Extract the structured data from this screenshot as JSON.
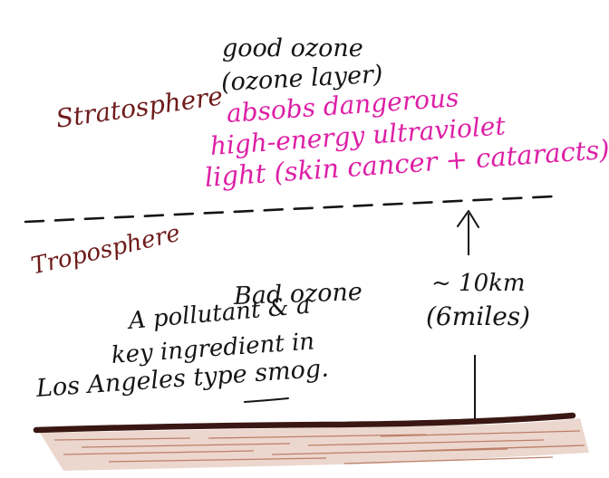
{
  "text": {
    "stratosphere_label": "Stratosphere",
    "good_ozone_line1": "good ozone",
    "good_ozone_line2": "(ozone layer)",
    "absorbs_line1": "absobs dangerous",
    "absorbs_line2": "high-energy ultraviolet",
    "absorbs_line3": "light (skin cancer + cataracts)",
    "troposphere_label": "Troposphere",
    "bad_ozone_line1": "Bad ozone",
    "bad_ozone_line2": "A pollutant & a",
    "bad_ozone_line3": "key ingredient in",
    "bad_ozone_line4": "Los Angeles type smog.",
    "height_line1": "~ 10km",
    "height_line2": "(6miles)"
  },
  "colors": {
    "ink_black": "#151515",
    "ink_magenta": "#dd1fa6",
    "ink_brown": "#6e1b1b",
    "ground_dark": "#3a1713",
    "ground_shade": "#b8765e"
  }
}
